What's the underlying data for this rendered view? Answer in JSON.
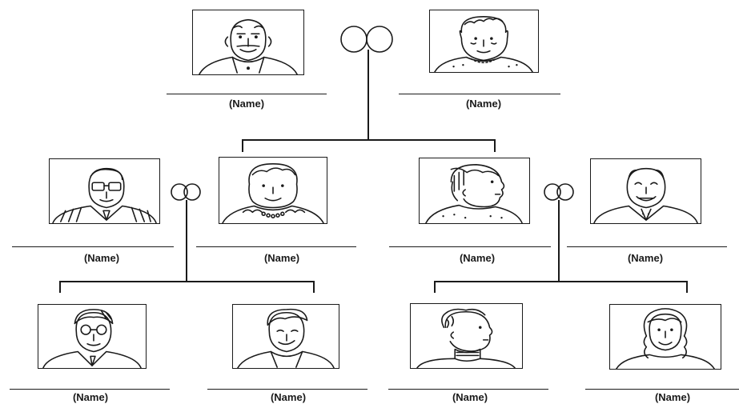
{
  "name_label": "(Name)",
  "colors": {
    "ink": "#1a1a1a",
    "background": "#ffffff"
  },
  "generations": {
    "grandparents": [
      {
        "id": "grandfather",
        "icon": "bald-old-man-portrait",
        "label": "(Name)"
      },
      {
        "id": "grandmother",
        "icon": "old-woman-portrait",
        "label": "(Name)"
      }
    ],
    "parents": [
      {
        "id": "uncle-in-law",
        "icon": "man-with-glasses-striped-suit-portrait",
        "label": "(Name)"
      },
      {
        "id": "aunt",
        "icon": "woman-with-necklace-portrait",
        "label": "(Name)"
      },
      {
        "id": "mother",
        "icon": "woman-profile-portrait",
        "label": "(Name)"
      },
      {
        "id": "father",
        "icon": "smiling-older-man-portrait",
        "label": "(Name)"
      }
    ],
    "children": [
      {
        "id": "cousin-1",
        "icon": "boy-with-glasses-portrait",
        "label": "(Name)"
      },
      {
        "id": "cousin-2",
        "icon": "young-man-portrait",
        "label": "(Name)"
      },
      {
        "id": "sibling-1",
        "icon": "boy-profile-turtleneck-portrait",
        "label": "(Name)"
      },
      {
        "id": "sibling-2",
        "icon": "girl-wavy-hair-portrait",
        "label": "(Name)"
      }
    ]
  },
  "marriage_symbol": "interlocking-rings-icon"
}
